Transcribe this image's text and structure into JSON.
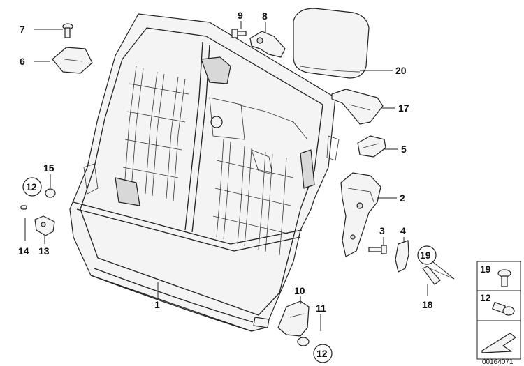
{
  "diagram": {
    "callouts": {
      "c1": "1",
      "c2": "2",
      "c3": "3",
      "c4": "4",
      "c5": "5",
      "c6": "6",
      "c7": "7",
      "c8": "8",
      "c9": "9",
      "c10": "10",
      "c11": "11",
      "c12a": "12",
      "c12b": "12",
      "c13": "13",
      "c14": "14",
      "c15": "15",
      "c17": "17",
      "c18": "18",
      "c19": "19",
      "c20": "20"
    },
    "legend": {
      "item1": "19",
      "item2": "12"
    },
    "image_number": "00164071"
  }
}
